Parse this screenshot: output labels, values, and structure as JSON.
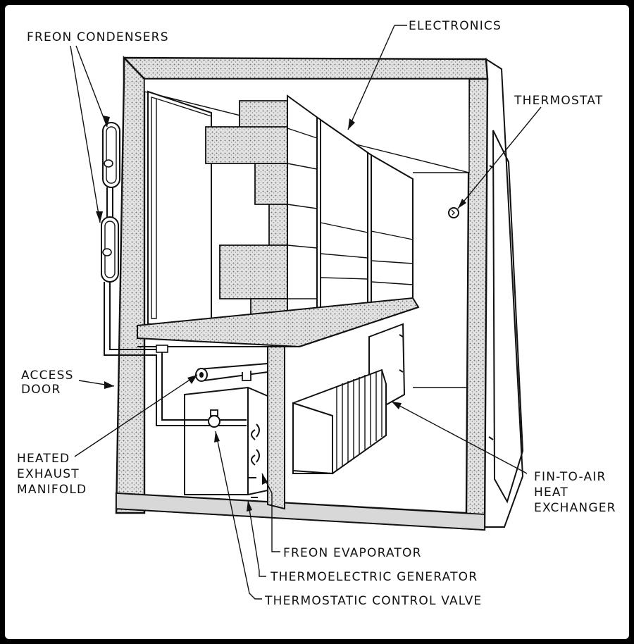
{
  "labels": {
    "freon_condensers": "FREON CONDENSERS",
    "electronics": "ELECTRONICS",
    "thermostat": "THERMOSTAT",
    "access_door_line1": "ACCESS",
    "access_door_line2": "DOOR",
    "heated_exhaust_line1": "HEATED",
    "heated_exhaust_line2": "EXHAUST",
    "heated_exhaust_line3": "MANIFOLD",
    "fin_to_air_line1": "FIN-TO-AIR",
    "fin_to_air_line2": "HEAT",
    "fin_to_air_line3": "EXCHANGER",
    "freon_evaporator": "FREON EVAPORATOR",
    "thermoelectric_generator": "THERMOELECTRIC GENERATOR",
    "thermostatic_control_valve": "THERMOSTATIC CONTROL VALVE"
  },
  "colors": {
    "frame": "#000000",
    "paper": "#ffffff",
    "ink": "#111111",
    "stipple": "#cfcfcf"
  }
}
